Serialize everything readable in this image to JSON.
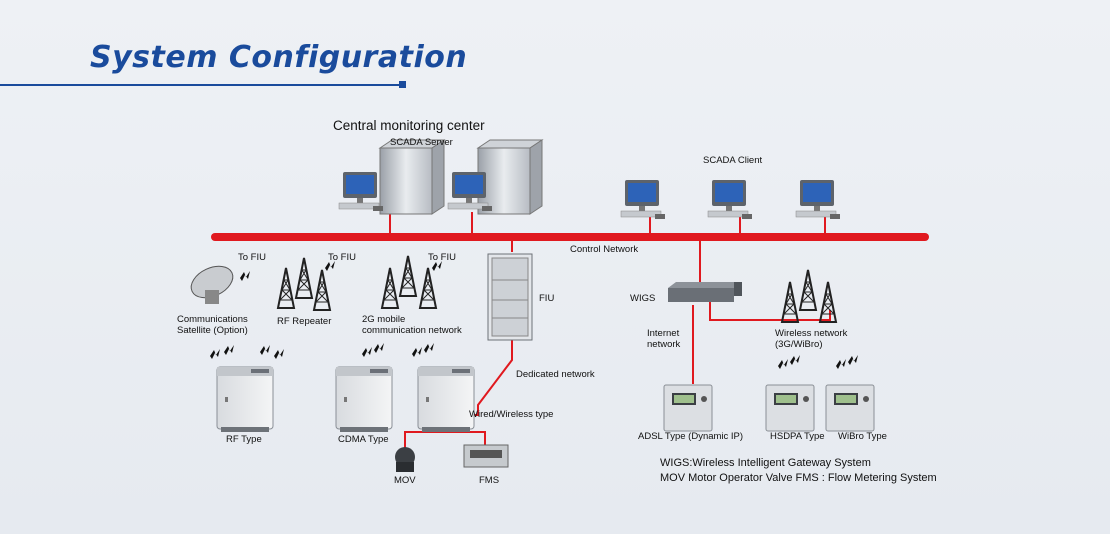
{
  "title": "System Configuration",
  "center": {
    "heading": "Central monitoring center",
    "server": "SCADA Server",
    "client": "SCADA Client"
  },
  "network": {
    "control": "Control Network",
    "dedicated": "Dedicated network",
    "wired_wireless": "Wired/Wireless type",
    "internet_l1": "Internet",
    "internet_l2": "network",
    "wireless_l1": "Wireless network",
    "wireless_l2": "(3G/WiBro)"
  },
  "nodes": {
    "fiu": "FIU",
    "wigs": "WIGS",
    "to_fiu_1": "To  FIU",
    "to_fiu_2": "To  FIU",
    "to_fiu_3": "To  FIU",
    "satellite_l1": "Communications",
    "satellite_l2": "Satellite (Option)",
    "rf_repeater": "RF Repeater",
    "mobile_l1": "2G mobile",
    "mobile_l2": "communication network",
    "rf_type": "RF Type",
    "cdma_type": "CDMA Type",
    "mov": "MOV",
    "fms": "FMS",
    "adsl": "ADSL Type (Dynamic IP)",
    "hsdpa": "HSDPA Type",
    "wibro": "WiBro Type"
  },
  "legend": {
    "line1": "WIGS:Wireless Intelligent Gateway System",
    "line2": "MOV Motor Operator Valve FMS : Flow Metering System"
  },
  "colors": {
    "title": "#1a4b9c",
    "network_line": "#e0191f",
    "background": "#eef1f5"
  }
}
